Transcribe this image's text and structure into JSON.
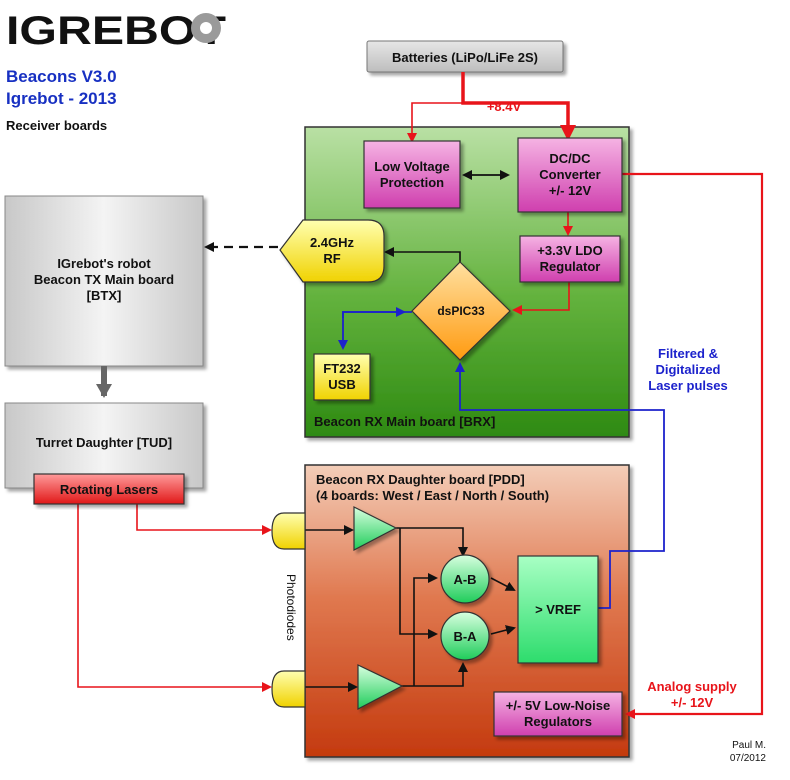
{
  "logo": {
    "text": "IGREBOT"
  },
  "header": {
    "title_line1": "Beacons V3.0",
    "title_line2": "Igrebot - 2013",
    "subtitle": "Receiver boards"
  },
  "batteries": "Batteries (LiPo/LiFe 2S)",
  "voltage_label": "+8.4V",
  "rx_main": {
    "board_label": "Beacon RX Main board [BRX]",
    "lvp": [
      "Low Voltage",
      "Protection"
    ],
    "dcdc": [
      "DC/DC",
      "Converter",
      "+/- 12V"
    ],
    "ldo": [
      "+3.3V LDO",
      "Regulator"
    ],
    "rf": [
      "2.4GHz",
      "RF"
    ],
    "mcu": "dsPIC33",
    "ft232": [
      "FT232",
      "USB"
    ]
  },
  "tx_main": [
    "IGrebot's robot",
    "Beacon TX Main board",
    "[BTX]"
  ],
  "turret": "Turret Daughter [TUD]",
  "lasers": "Rotating Lasers",
  "filtered_label": [
    "Filtered &",
    "Digitalized",
    "Laser pulses"
  ],
  "rx_daughter": {
    "title_line1": "Beacon RX Daughter board [PDD]",
    "title_line2": "(4 boards: West / East / North / South)",
    "ab": "A-B",
    "ba": "B-A",
    "vref": "> VREF",
    "regulators": [
      "+/- 5V Low-Noise",
      "Regulators"
    ]
  },
  "photodiodes": "Photodiodes",
  "analog_label": [
    "Analog supply",
    "+/- 12V"
  ],
  "author": [
    "Paul M.",
    "07/2012"
  ],
  "colors": {
    "red": "#e8141a",
    "blue": "#1c22cc",
    "magenta_box": "#dd55bb",
    "green_board": "#3f9a1c",
    "orange_board": "#d04a1a",
    "title_blue": "#1730c2"
  }
}
